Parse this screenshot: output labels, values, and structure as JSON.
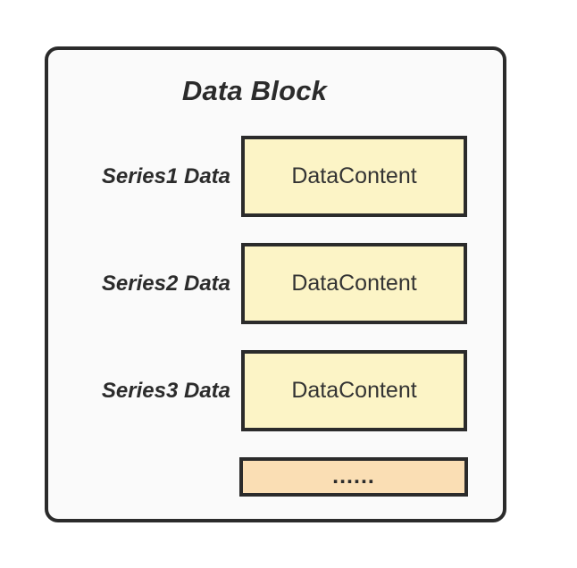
{
  "diagram": {
    "title": "Data Block",
    "container": {
      "background_color": "#FAFAFA",
      "border_color": "#2B2B2B"
    },
    "rows": [
      {
        "label": "Series1 Data",
        "content": "DataContent",
        "fill_color": "#FCF4C6"
      },
      {
        "label": "Series2 Data",
        "content": "DataContent",
        "fill_color": "#FCF4C6"
      },
      {
        "label": "Series3 Data",
        "content": "DataContent",
        "fill_color": "#FCF4C6"
      }
    ],
    "continuation": {
      "label": "......",
      "fill_color": "#FADEB4"
    }
  }
}
